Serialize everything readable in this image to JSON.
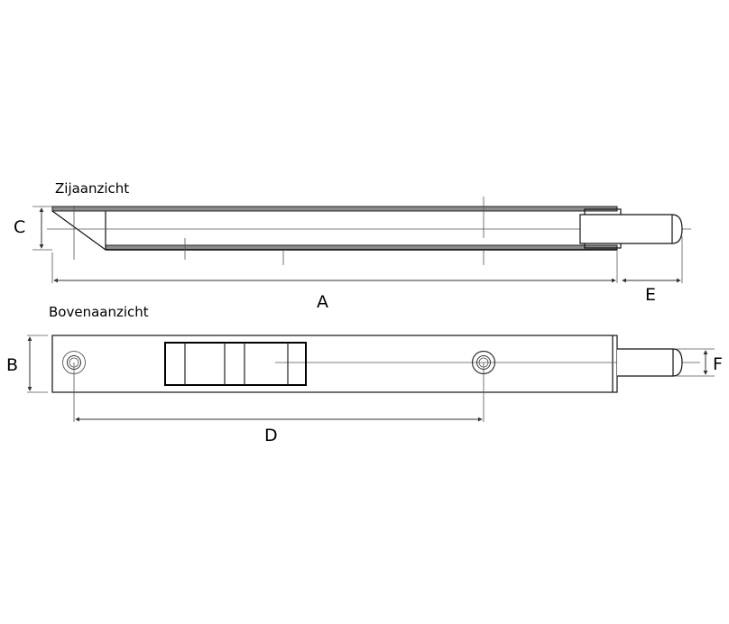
{
  "views": {
    "side": {
      "title": "Zijaanzicht"
    },
    "top": {
      "title": "Bovenaanzicht"
    }
  },
  "dimensions": {
    "A": "A",
    "B": "B",
    "C": "C",
    "D": "D",
    "E": "E",
    "F": "F"
  },
  "colors": {
    "plate_fill": "#8c8c8c",
    "line": "#111111",
    "construction_line": "#666666"
  }
}
